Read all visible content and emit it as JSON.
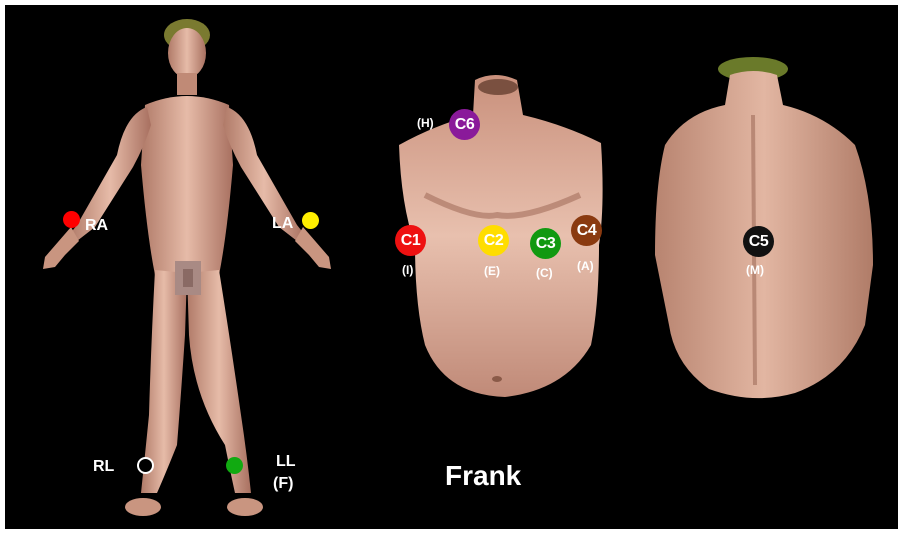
{
  "title": "Frank",
  "limb_electrodes": [
    {
      "id": "RA",
      "label": "RA",
      "color": "#ff0000"
    },
    {
      "id": "LA",
      "label": "LA",
      "color": "#ffee00"
    },
    {
      "id": "RL",
      "label": "RL",
      "color": "#000000"
    },
    {
      "id": "LL",
      "label": "LL",
      "sublabel": "(F)",
      "color": "#11aa11"
    }
  ],
  "chest_electrodes": [
    {
      "id": "C1",
      "label": "C1",
      "sublabel": "(I)",
      "color": "#ee1111"
    },
    {
      "id": "C2",
      "label": "C2",
      "sublabel": "(E)",
      "color": "#ffdd00"
    },
    {
      "id": "C3",
      "label": "C3",
      "sublabel": "(C)",
      "color": "#119911"
    },
    {
      "id": "C4",
      "label": "C4",
      "sublabel": "(A)",
      "color": "#8a3a10"
    },
    {
      "id": "C5",
      "label": "C5",
      "sublabel": "(M)",
      "color": "#111111"
    },
    {
      "id": "C6",
      "label": "C6",
      "sublabel": "(H)",
      "color": "#8a1a9a"
    }
  ]
}
